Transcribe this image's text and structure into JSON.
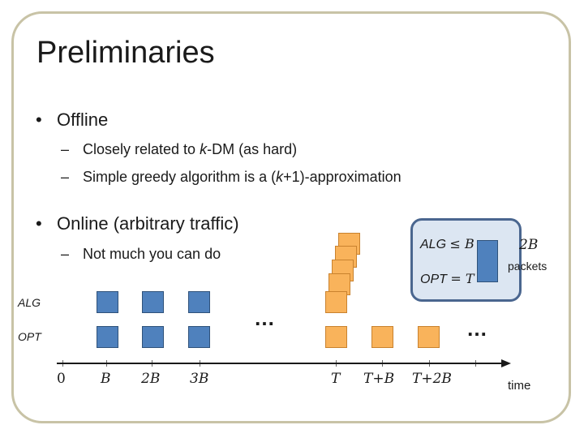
{
  "slide": {
    "title": "Preliminaries",
    "bullets": [
      {
        "marker": "•",
        "text": "Offline",
        "subitems": [
          {
            "marker": "–",
            "prefix": "Closely related to ",
            "emph": "k",
            "suffix": "-DM (as hard)"
          },
          {
            "marker": "–",
            "prefix": "Simple greedy algorithm is a (",
            "emph": "k",
            "suffix": "+1)-approximation"
          }
        ]
      },
      {
        "marker": "•",
        "text": "Online (arbitrary traffic)",
        "subitems": [
          {
            "marker": "–",
            "text": "Not much you can do"
          }
        ]
      }
    ]
  },
  "diagram": {
    "row_labels": {
      "alg": "ALG",
      "opt": "OPT"
    },
    "ellipsis": "…",
    "callout": {
      "alg_label": "ALG",
      "alg_relation": "≤ B",
      "opt_label": "OPT",
      "opt_relation": "= T",
      "bar_value": "2B",
      "bar_unit": "packets"
    },
    "timeline": {
      "axis_label": "time",
      "ticks": [
        "0",
        "B",
        "2B",
        "3B",
        "T",
        "T+B",
        "T+2B"
      ]
    },
    "colors": {
      "alg_packet": "#4f81bd",
      "opt_packet": "#f9b35b",
      "callout_fill": "#dce6f2",
      "callout_border": "#4a668f"
    }
  }
}
